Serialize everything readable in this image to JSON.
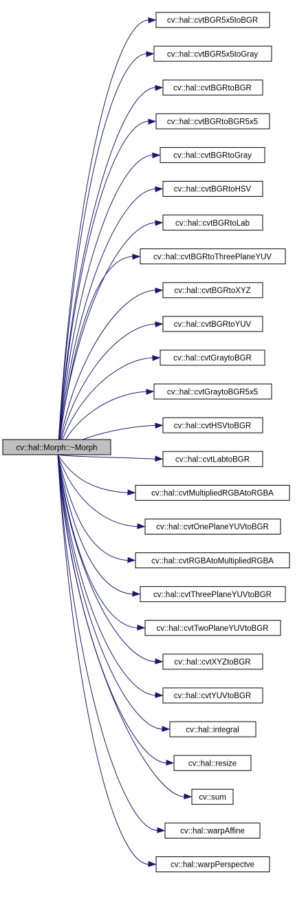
{
  "graph": {
    "edge_color": "#191970",
    "root_fill": "#bfbfbf",
    "node_fill": "#ffffff",
    "root": {
      "label": "cv::hal::Morph::~Morph"
    },
    "callees": [
      {
        "label": "cv::hal::cvtBGR5x5toBGR"
      },
      {
        "label": "cv::hal::cvtBGR5x5toGray"
      },
      {
        "label": "cv::hal::cvtBGRtoBGR"
      },
      {
        "label": "cv::hal::cvtBGRtoBGR5x5"
      },
      {
        "label": "cv::hal::cvtBGRtoGray"
      },
      {
        "label": "cv::hal::cvtBGRtoHSV"
      },
      {
        "label": "cv::hal::cvtBGRtoLab"
      },
      {
        "label": "cv::hal::cvtBGRtoThreePlaneYUV"
      },
      {
        "label": "cv::hal::cvtBGRtoXYZ"
      },
      {
        "label": "cv::hal::cvtBGRtoYUV"
      },
      {
        "label": "cv::hal::cvtGraytoBGR"
      },
      {
        "label": "cv::hal::cvtGraytoBGR5x5"
      },
      {
        "label": "cv::hal::cvtHSVtoBGR"
      },
      {
        "label": "cv::hal::cvtLabtoBGR"
      },
      {
        "label": "cv::hal::cvtMultipliedRGBAtoRGBA"
      },
      {
        "label": "cv::hal::cvtOnePlaneYUVtoBGR"
      },
      {
        "label": "cv::hal::cvtRGBAtoMultipliedRGBA"
      },
      {
        "label": "cv::hal::cvtThreePlaneYUVtoBGR"
      },
      {
        "label": "cv::hal::cvtTwoPlaneYUVtoBGR"
      },
      {
        "label": "cv::hal::cvtXYZtoBGR"
      },
      {
        "label": "cv::hal::cvtYUVtoBGR"
      },
      {
        "label": "cv::hal::integral"
      },
      {
        "label": "cv::hal::resize"
      },
      {
        "label": "cv::sum"
      },
      {
        "label": "cv::hal::warpAffine"
      },
      {
        "label": "cv::hal::warpPerspectve"
      }
    ]
  }
}
